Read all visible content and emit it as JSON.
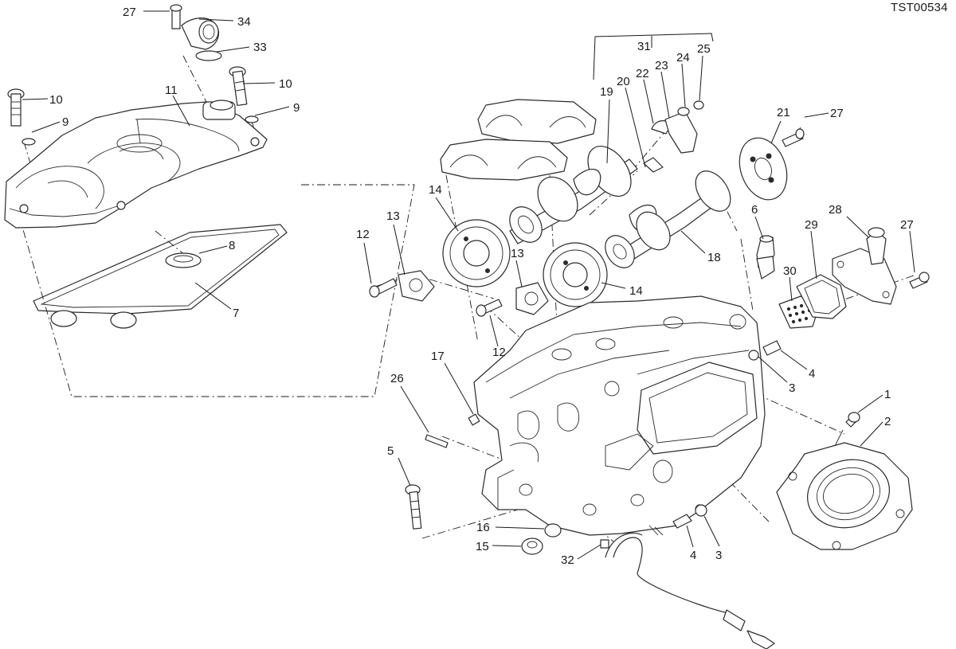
{
  "diagram": {
    "reference_code": "TST00534",
    "callouts": [
      {
        "id": "c27a",
        "text": "27"
      },
      {
        "id": "c34",
        "text": "34"
      },
      {
        "id": "c33",
        "text": "33"
      },
      {
        "id": "c10a",
        "text": "10"
      },
      {
        "id": "c9a",
        "text": "9"
      },
      {
        "id": "c11",
        "text": "11"
      },
      {
        "id": "c10b",
        "text": "10"
      },
      {
        "id": "c9b",
        "text": "9"
      },
      {
        "id": "c8",
        "text": "8"
      },
      {
        "id": "c7",
        "text": "7"
      },
      {
        "id": "c31",
        "text": "31"
      },
      {
        "id": "c19",
        "text": "19"
      },
      {
        "id": "c20",
        "text": "20"
      },
      {
        "id": "c22",
        "text": "22"
      },
      {
        "id": "c23",
        "text": "23"
      },
      {
        "id": "c24",
        "text": "24"
      },
      {
        "id": "c25",
        "text": "25"
      },
      {
        "id": "c21",
        "text": "21"
      },
      {
        "id": "c27b",
        "text": "27"
      },
      {
        "id": "c14a",
        "text": "14"
      },
      {
        "id": "c13a",
        "text": "13"
      },
      {
        "id": "c12a",
        "text": "12"
      },
      {
        "id": "c13b",
        "text": "13"
      },
      {
        "id": "c14b",
        "text": "14"
      },
      {
        "id": "c12b",
        "text": "12"
      },
      {
        "id": "c18",
        "text": "18"
      },
      {
        "id": "c6",
        "text": "6"
      },
      {
        "id": "c29",
        "text": "29"
      },
      {
        "id": "c28",
        "text": "28"
      },
      {
        "id": "c27c",
        "text": "27"
      },
      {
        "id": "c30",
        "text": "30"
      },
      {
        "id": "c4a",
        "text": "4"
      },
      {
        "id": "c3a",
        "text": "3"
      },
      {
        "id": "c17",
        "text": "17"
      },
      {
        "id": "c26",
        "text": "26"
      },
      {
        "id": "c1",
        "text": "1"
      },
      {
        "id": "c2",
        "text": "2"
      },
      {
        "id": "c5",
        "text": "5"
      },
      {
        "id": "c16",
        "text": "16"
      },
      {
        "id": "c15",
        "text": "15"
      },
      {
        "id": "c32",
        "text": "32"
      },
      {
        "id": "c4b",
        "text": "4"
      },
      {
        "id": "c3b",
        "text": "3"
      }
    ]
  }
}
